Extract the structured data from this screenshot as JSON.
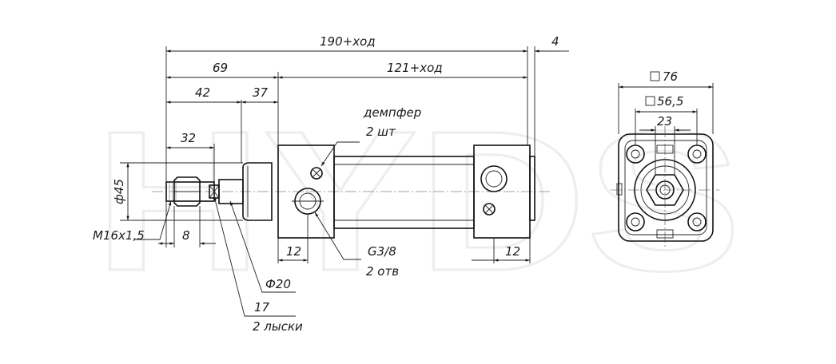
{
  "watermark": "HYDS",
  "dimensions": {
    "overall_length": "190+ход",
    "rear_extension": "4",
    "head_to_rod_end": "69",
    "barrel_length": "121+ход",
    "rod_thread_to_face": "42",
    "head_length": "37",
    "thread_length": "32",
    "rod_dia_seal": "ф45",
    "thread_size": "M16x1,5",
    "nut_width": "8",
    "port_offset_front": "12",
    "port_offset_rear": "12",
    "port_thread": "G3/8",
    "port_count": "2 отв",
    "damper_label": "демпфер",
    "damper_count": "2 шт",
    "rod_diameter": "Ф20",
    "wrench_flat": "17",
    "wrench_flat_note": "2 лыски",
    "square_outer": "76",
    "square_bolt": "56,5",
    "flat_width": "23"
  }
}
